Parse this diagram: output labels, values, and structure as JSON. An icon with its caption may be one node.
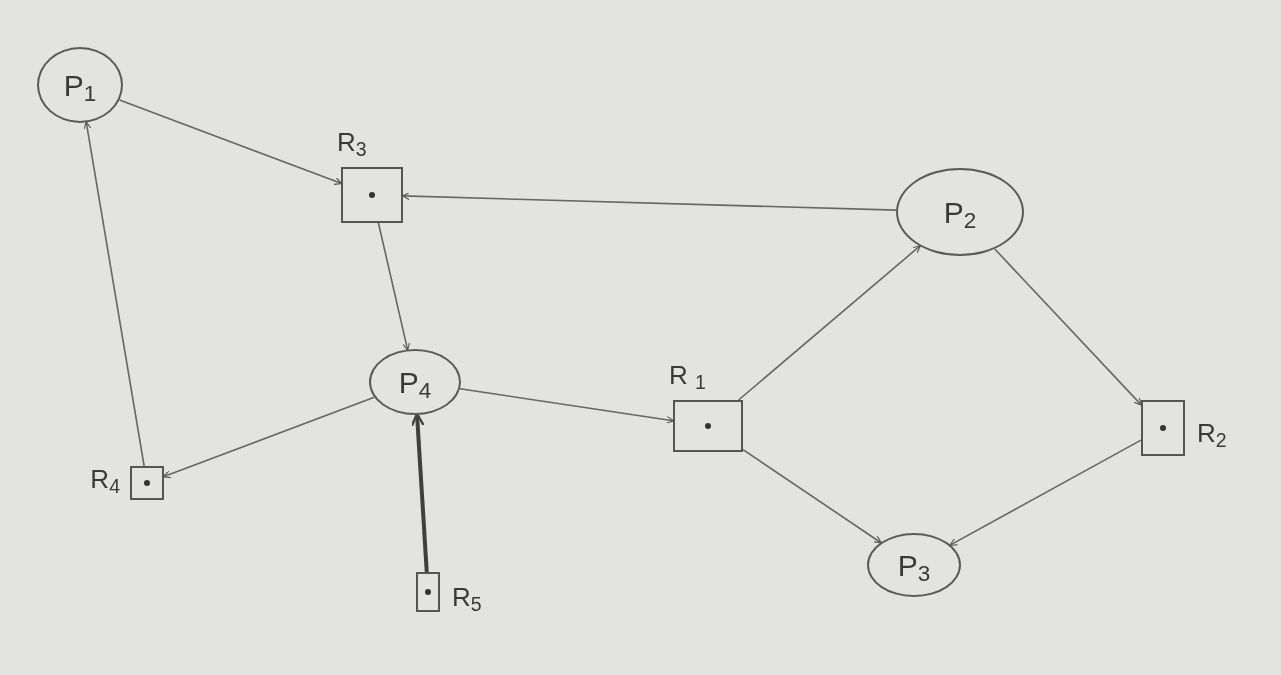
{
  "diagram": {
    "nodes": [
      {
        "text": [
          "P$_{1}$"
        ]
      },
      {
        "text": [
          "R$_{3}$"
        ]
      },
      {
        "text": [
          "P$_{2}$"
        ]
      },
      {
        "text": [
          "P$_{4}$"
        ]
      },
      {
        "text": [
          "R $_{1}$"
        ]
      },
      {
        "text": [
          "R$_{4}$"
        ]
      },
      {
        "text": [
          "R$_{2}$"
        ]
      },
      {
        "text": [
          "R$_{5}$"
        ]
      },
      {
        "text": [
          "P$_{3}$"
        ]
      }
    ],
    "edges": [
      {
        "from": 0,
        "to": 1,
        "arrow": "to"
      },
      {
        "from": 2,
        "to": 1,
        "arrow": "to"
      },
      {
        "from": 1,
        "to": 3,
        "arrow": "to"
      },
      {
        "from": 3,
        "to": 4,
        "arrow": "to"
      },
      {
        "from": 4,
        "to": 2,
        "arrow": "to"
      },
      {
        "from": 2,
        "to": 6,
        "arrow": "to"
      },
      {
        "from": 3,
        "to": 5,
        "arrow": "to"
      },
      {
        "from": 5,
        "to": 0,
        "arrow": "to"
      },
      {
        "from": 7,
        "to": 3,
        "arrow": "to",
        "style": "thick"
      },
      {
        "from": 4,
        "to": 8,
        "arrow": "to"
      },
      {
        "from": 6,
        "to": 8,
        "arrow": "to"
      }
    ]
  }
}
